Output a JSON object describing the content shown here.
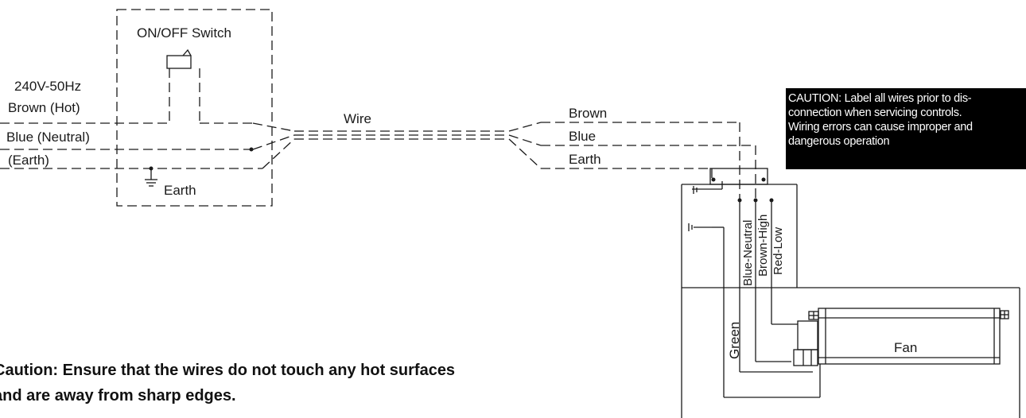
{
  "labels": {
    "switch": "ON/OFF Switch",
    "supply": "240V-50Hz",
    "hot": "Brown (Hot)",
    "neutral": "Blue (Neutral)",
    "earth_in": "(Earth)",
    "earth_gnd": "Earth",
    "wire": "Wire",
    "brown": "Brown",
    "blue": "Blue",
    "earth_out": "Earth",
    "blue_neutral": "Blue-Neutral",
    "brown_high": "Brown-High",
    "red_low": "Red-Low",
    "green": "Green",
    "fan": "Fan"
  },
  "caution_box": {
    "line1": "CAUTION: Label all wires prior to dis-",
    "line2": "connection when servicing controls.",
    "line3": "Wiring errors can cause improper and",
    "line4": "dangerous operation"
  },
  "note": {
    "line1": "Caution: Ensure that the wires do not touch any hot surfaces",
    "line2": "and are away from sharp edges."
  },
  "colors": {
    "line": "#1a1a1a",
    "caution_bg": "#000000",
    "caution_text": "#ffffff"
  }
}
